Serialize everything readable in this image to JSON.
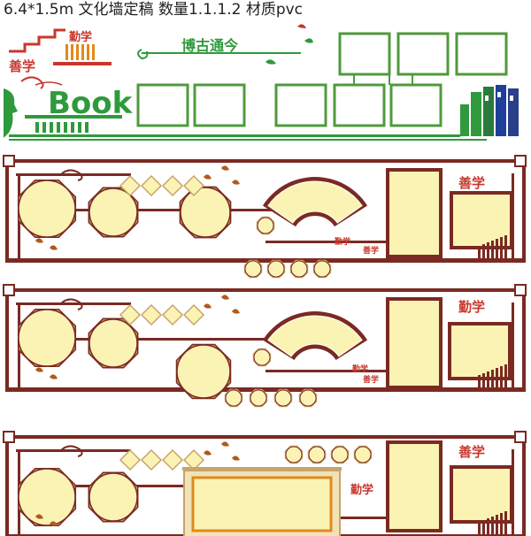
{
  "header": {
    "title": "6.4*1.5m 文化墙定稿 数量1.1.1.2 材质pvc"
  },
  "panel1": {
    "calligraphy_top": "勤学",
    "calligraphy_left": "善学",
    "motto": "博古通今",
    "book_word": "Book"
  },
  "panel2": {
    "plaque_label": "善学",
    "small_label_a": "勤学",
    "small_label_b": "善学"
  },
  "panel3": {
    "plaque_label": "勤学",
    "small_label_a": "勤学",
    "small_label_b": "善学"
  },
  "panel4": {
    "plaque_label": "善学",
    "small_label": "勤学"
  },
  "colors": {
    "green": "#2e9a3c",
    "brown": "#7a2a22",
    "red": "#c8372d",
    "cream": "#fbf3b4",
    "tan": "#c8a36a",
    "blue": "#1f3f9a"
  }
}
